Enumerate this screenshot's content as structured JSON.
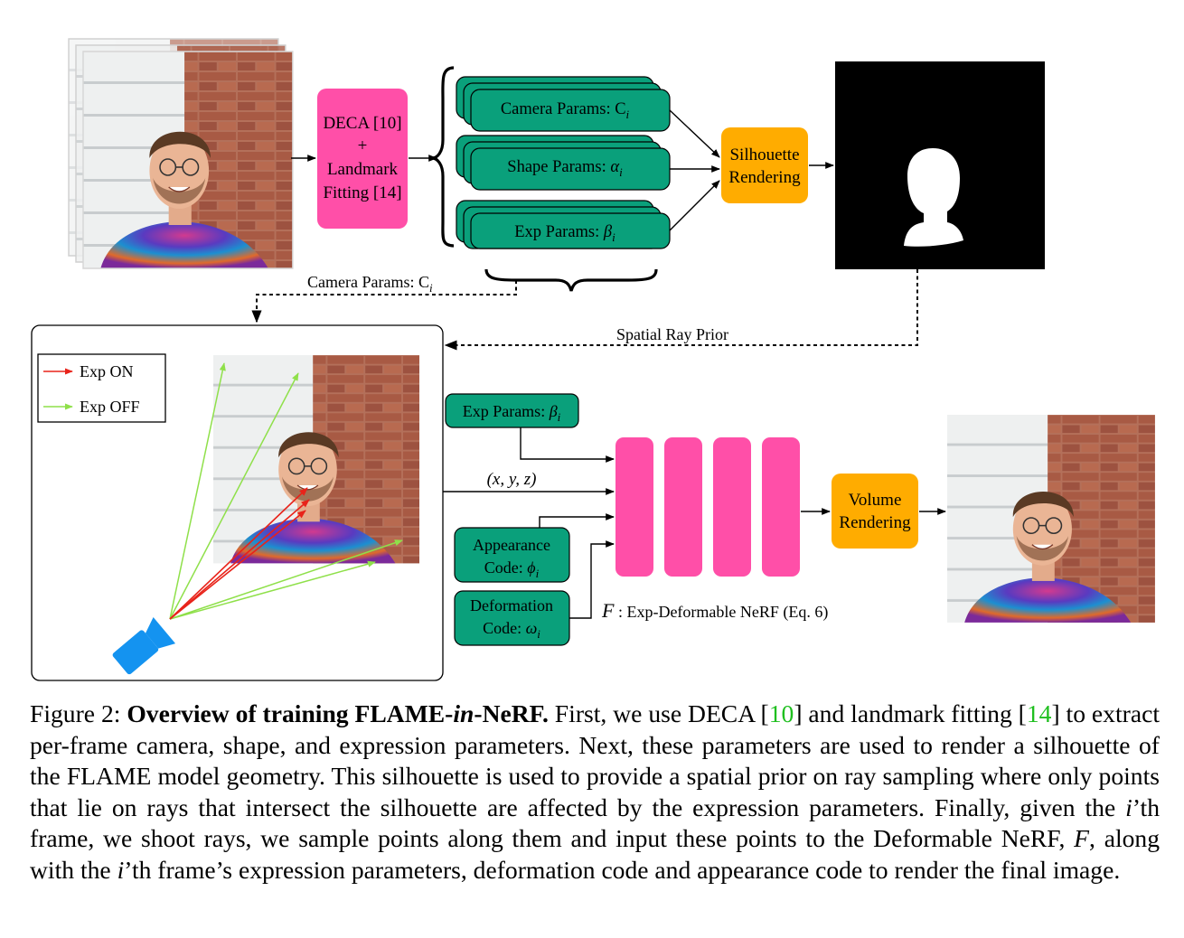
{
  "diagram": {
    "deca_lines": [
      "DECA [10]",
      "+",
      "Landmark",
      "Fitting [14]"
    ],
    "camera_params": "Camera Params: C",
    "camera_params_sub": "i",
    "shape_params": "Shape Params: ",
    "shape_params_sym": "α",
    "shape_params_sub": "i",
    "exp_params": "Exp Params: ",
    "exp_params_sym": "β",
    "exp_params_sub": "i",
    "silhouette_lines": [
      "Silhouette",
      "Rendering"
    ],
    "camera_params_feed": "Camera Params: C",
    "camera_params_feed_sub": "i",
    "spatial_ray_prior": "Spatial Ray Prior",
    "legend_exp_on": "Exp ON",
    "legend_exp_off": "Exp OFF",
    "exp_params_input": "Exp Params: ",
    "exp_params_input_sym": "β",
    "exp_params_input_sub": "i",
    "xyz": "(x, y, z)",
    "appearance_lines": [
      "Appearance",
      "Code: "
    ],
    "appearance_sym": "ϕ",
    "appearance_sub": "i",
    "deformation_lines": [
      "Deformation",
      "Code: "
    ],
    "deformation_sym": "ω",
    "deformation_sub": "i",
    "volume_lines": [
      "Volume",
      "Rendering"
    ],
    "nerf_F": "F",
    "nerf_label": " : Exp-Deformable NeRF (Eq. 6)",
    "colors": {
      "pink": "#ff4fa8",
      "teal": "#0aa07b",
      "orange": "#ffac00",
      "exp_on": "#e8231a",
      "exp_off": "#8fe04a",
      "camera": "#1493f0"
    }
  },
  "caption": {
    "prefix": "Figure 2: ",
    "title": "Overview of training FLAME-",
    "title_italic": "in",
    "title_end": "-NeRF.",
    "t1": " First, we use DECA [",
    "ref1": "10",
    "t2": "] and landmark fitting [",
    "ref2": "14",
    "t3": "] to extract per-frame camera, shape, and expression parameters. Next, these parameters are used to render a silhouette of the FLAME model geometry. This silhouette is used to provide a spatial prior on ray sampling where only points that lie on rays that intersect the silhouette are affected by the expression parameters. Finally, given the ",
    "i1": "i",
    "t4": "’th frame, we shoot rays, we sample points along them and input these points to the Deformable NeRF, ",
    "F": "F",
    "t5": ", along with the ",
    "i2": "i",
    "t6": "’th frame’s expression parameters, deformation code and appearance code to render the final image."
  }
}
